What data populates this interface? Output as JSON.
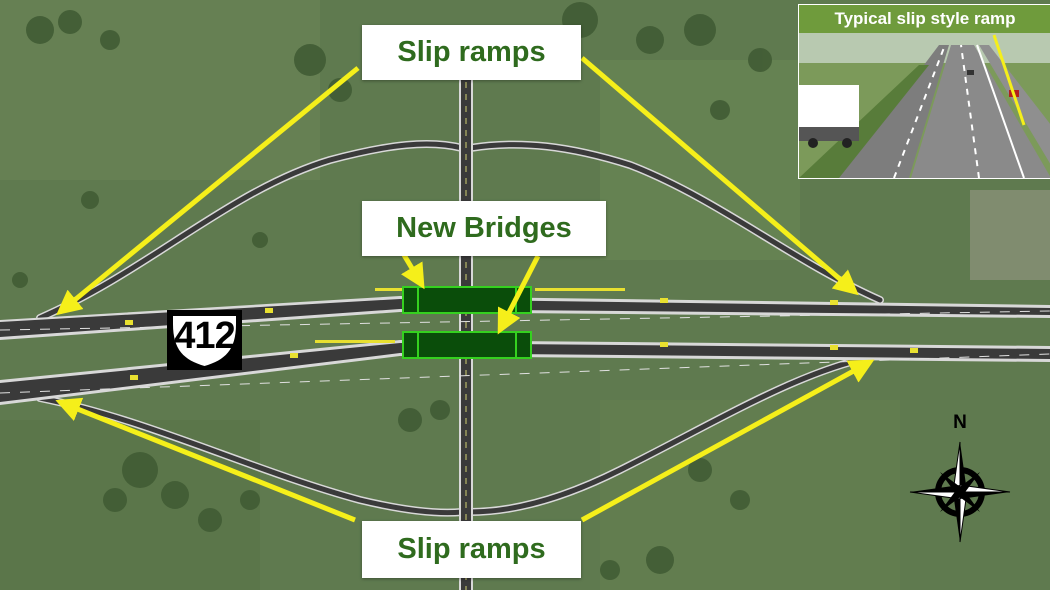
{
  "labels": {
    "slip_ramps_top": "Slip ramps",
    "new_bridges": "New Bridges",
    "slip_ramps_bottom": "Slip ramps"
  },
  "inset": {
    "caption": "Typical slip style ramp"
  },
  "route_shield": {
    "number": "412"
  },
  "compass": {
    "north_label": "N"
  },
  "colors": {
    "label_text": "#2f6b1e",
    "arrow": "#f5ef1a",
    "bridge_fill": "#0a4d0a",
    "bridge_outline": "#35d11f",
    "inset_caption_bg": "#6f9b3c",
    "road_asphalt": "#3a3a3a",
    "grass": "#5f7a4f"
  }
}
